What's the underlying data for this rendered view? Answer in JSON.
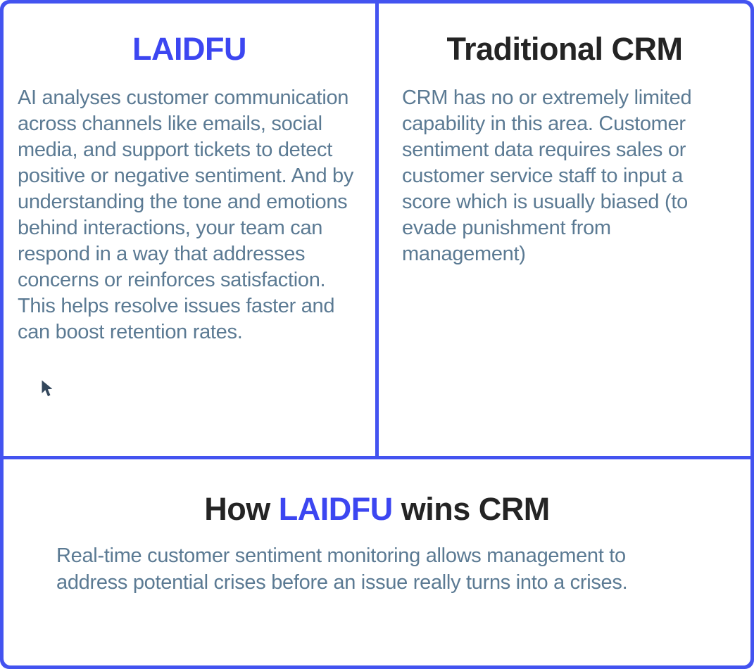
{
  "colors": {
    "accent_blue": "#4353F0",
    "title_blue": "#3C46F1",
    "dark_text": "#242424",
    "body_text": "#5B7A93",
    "card_bg": "#FFFFFF",
    "cursor_color": "#33475C"
  },
  "comparison": {
    "left": {
      "title": "LAIDFU",
      "body": "AI analyses customer communication across channels like emails, social media, and support tickets to detect positive or negative sentiment. And by understanding the tone and emotions behind interactions, your team can respond in a way that addresses concerns or reinforces satisfaction. This helps resolve issues faster and can boost retention rates."
    },
    "right": {
      "title": "Traditional CRM",
      "body": "CRM has no or extremely limited capability in this area. Customer sentiment data requires sales or customer service staff to input a score which is usually biased (to evade punishment from management)"
    }
  },
  "summary": {
    "heading_prefix": "How ",
    "heading_brand": "LAIDFU",
    "heading_suffix": " wins CRM",
    "body": "Real-time customer sentiment monitoring allows management to address potential crises before an issue really turns into a crises."
  }
}
